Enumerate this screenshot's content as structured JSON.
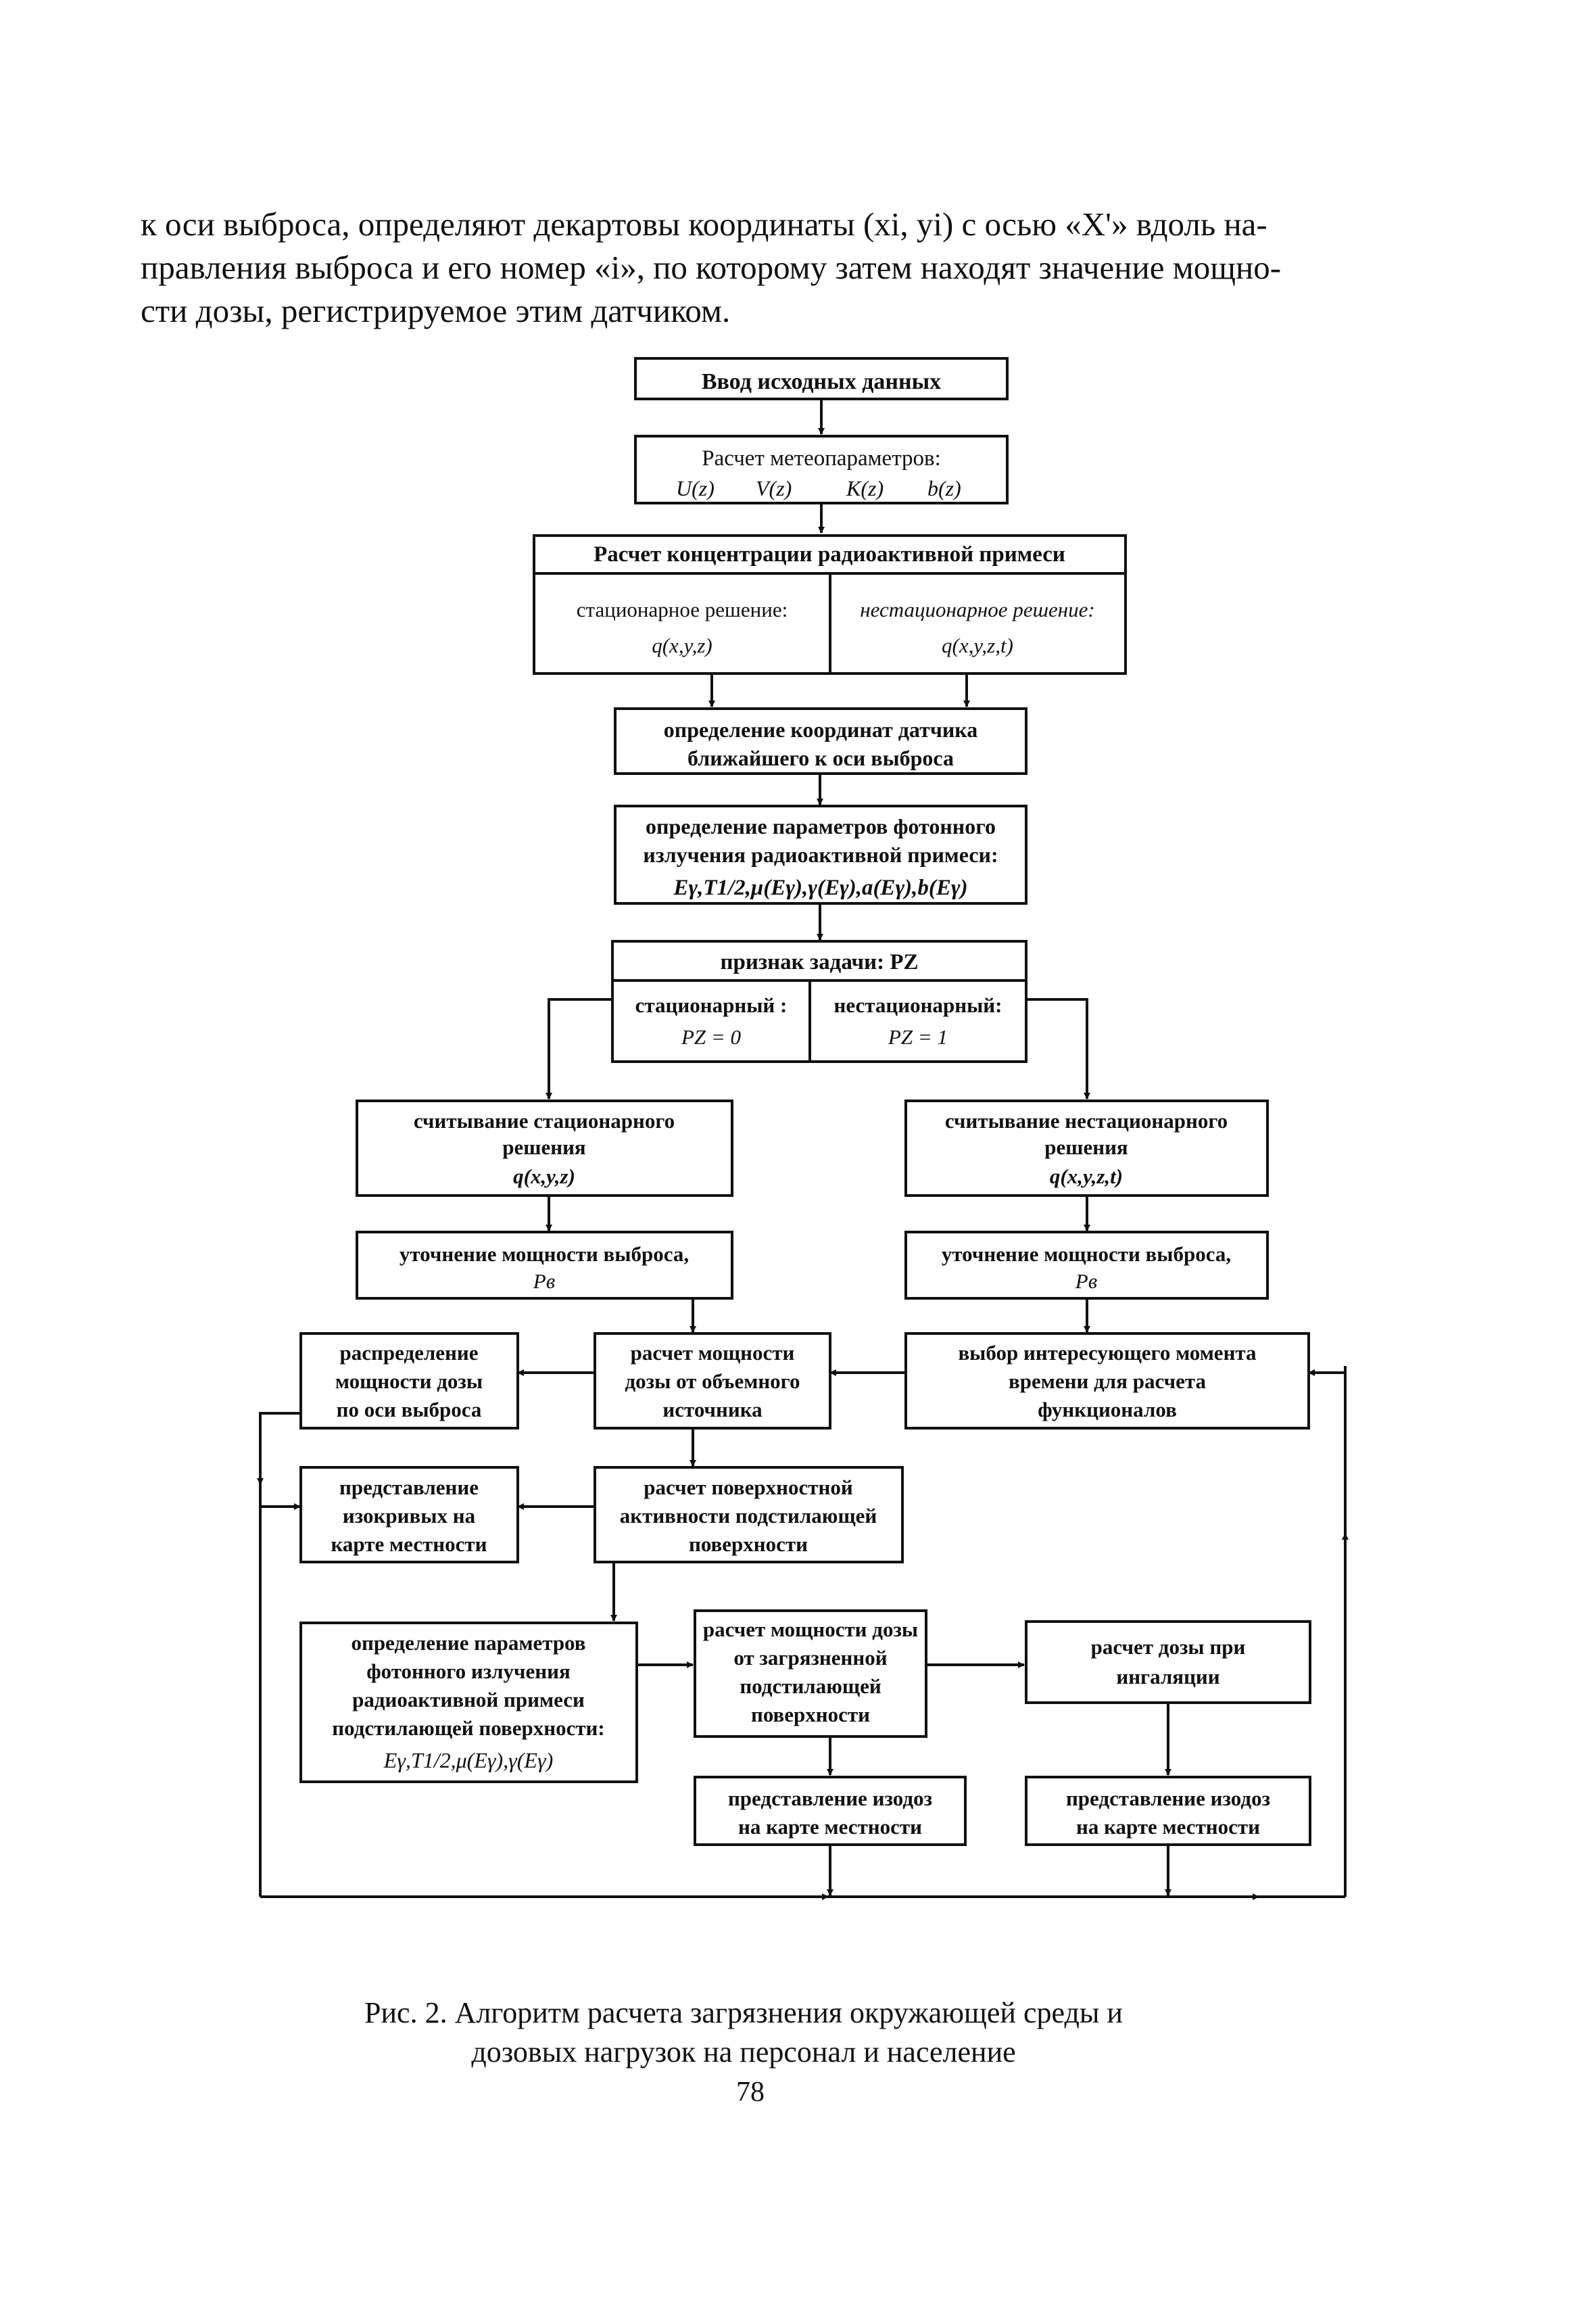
{
  "paragraph": {
    "line1": "к оси выброса, определяют декартовы координаты (xi, yi) с осью «X'» вдоль на-",
    "line2": "правления выброса и его номер «i», по которому затем находят значение мощно-",
    "line3": "сти дозы, регистрируемое этим датчиком."
  },
  "flowchart": {
    "input": "Ввод исходных данных",
    "meteo": {
      "title": "Расчет метеопараметров:",
      "u": "U(z)",
      "v": "V(z)",
      "k": "K(z)",
      "b": "b(z)"
    },
    "concentration": {
      "title": "Расчет концентрации радиоактивной примеси",
      "stat_label": "стационарное решение:",
      "stat_formula": "q(x,y,z)",
      "nonstat_label": "нестационарное решение:",
      "nonstat_formula": "q(x,y,z,t)"
    },
    "sensor": {
      "line1": "определение координат датчика",
      "line2": "ближайшего к оси выброса"
    },
    "photon": {
      "line1": "определение параметров фотонного",
      "line2": "излучения радиоактивной примеси:",
      "formula": "Eγ,T1/2,μ(Eγ),γ(Eγ),a(Eγ),b(Eγ)"
    },
    "task": {
      "title": "признак задачи: PZ",
      "stat_label": "стационарный :",
      "stat_value": "PZ = 0",
      "nonstat_label": "нестационарный:",
      "nonstat_value": "PZ = 1"
    },
    "read_stat": {
      "line1": "считывание стационарного",
      "line2": "решения",
      "formula": "q(x,y,z)"
    },
    "read_nonstat": {
      "line1": "считывание нестационарного",
      "line2": "решения",
      "formula": "q(x,y,z,t)"
    },
    "refine_left": {
      "line1": "уточнение мощности выброса,",
      "line2": "Pв"
    },
    "refine_right": {
      "line1": "уточнение мощности выброса,",
      "line2": "Pв"
    },
    "select_time": {
      "line1": "выбор интересующего момента",
      "line2": "времени для расчета",
      "line3": "функционалов"
    },
    "volume_dose": {
      "line1": "расчет мощности",
      "line2": "дозы от объемного",
      "line3": "источника"
    },
    "dose_axis": {
      "line1": "распределение",
      "line2": "мощности дозы",
      "line3": "по оси выброса"
    },
    "surface_activity": {
      "line1": "расчет поверхностной",
      "line2": "активности подстилающей",
      "line3": "поверхности"
    },
    "isolines": {
      "line1": "представление",
      "line2": "изокривых на",
      "line3": "карте местности"
    },
    "surface_photon": {
      "line1": "определение параметров",
      "line2": "фотонного излучения",
      "line3": "радиоактивной примеси",
      "line4": "подстилающей поверхности:",
      "formula": "Eγ,T1/2,μ(Eγ),γ(Eγ)"
    },
    "surface_dose": {
      "line1": "расчет мощности дозы",
      "line2": "от загрязненной",
      "line3": "подстилающей",
      "line4": "поверхности"
    },
    "inhalation": {
      "line1": "расчет дозы при",
      "line2": "ингаляции"
    },
    "isodose_left": {
      "line1": "представление изодоз",
      "line2": "на карте местности"
    },
    "isodose_right": {
      "line1": "представление изодоз",
      "line2": "на карте местности"
    }
  },
  "caption": {
    "line1": "Рис. 2. Алгоритм расчета загрязнения окружающей среды и",
    "line2": "дозовых нагрузок на персонал и население"
  },
  "page_number": "78"
}
